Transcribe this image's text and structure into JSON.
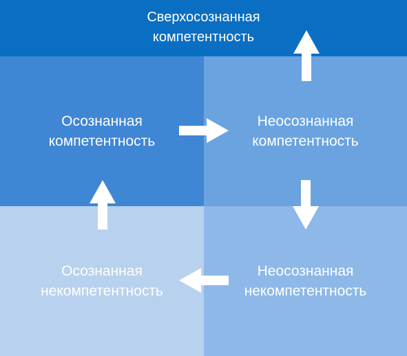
{
  "top": {
    "line1": "Сверхосознанная",
    "line2": "компетентность"
  },
  "quadrants": {
    "top_left": {
      "line1": "Осознанная",
      "line2": "компетентность"
    },
    "top_right": {
      "line1": "Неосознанная",
      "line2": "компетентность"
    },
    "bottom_left": {
      "line1": "Осознанная",
      "line2": "некомпетентность"
    },
    "bottom_right": {
      "line1": "Неосознанная",
      "line2": "некомпетентность"
    }
  },
  "colors": {
    "top_band": "#0a6fc2",
    "top_left": "#3f86d4",
    "top_right": "#6aa3e0",
    "bottom_left": "#b8d1ee",
    "bottom_right": "#8db8e8",
    "text": "#ffffff",
    "arrow": "#ffffff"
  },
  "icons": {
    "arrow_up_top": "arrow-up-icon",
    "arrow_right_middle": "arrow-right-icon",
    "arrow_down_right": "arrow-down-icon",
    "arrow_left_bottom": "arrow-left-icon",
    "arrow_up_left": "arrow-up-icon"
  }
}
